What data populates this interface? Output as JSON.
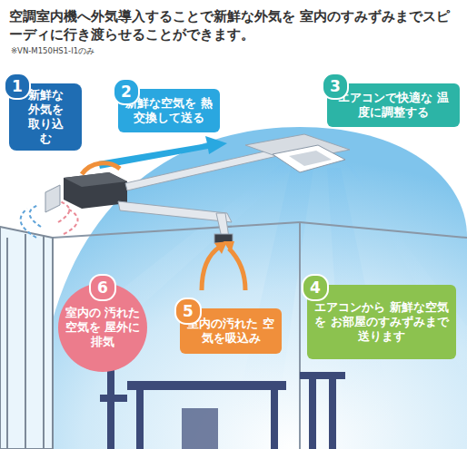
{
  "diagram": {
    "title": "空調室内機へ外気導入することで新鮮な外気を 室内のすみずみまでスピーディに行き渡らせることができます。",
    "nodes": [
      {
        "text": [
          "1",
          "新鮮な 外気を 取り込む"
        ]
      },
      {
        "text": [
          "2",
          "新鮮な空気を 熱交換して送る"
        ]
      },
      {
        "text": [
          "3",
          "エアコンで快適な 温度に調整する"
        ]
      },
      {
        "text": [
          "6",
          "室内の 汚れた空気を 屋外に排気"
        ]
      },
      {
        "text": [
          "5",
          "室内の汚れた 空気を吸込み"
        ]
      },
      {
        "text": [
          "4",
          "エアコンから 新鮮な空気を お部屋のすみずみまで 送ります"
        ]
      }
    ],
    "labels": [
      "※VN-M150HS1-I1のみ"
    ]
  }
}
